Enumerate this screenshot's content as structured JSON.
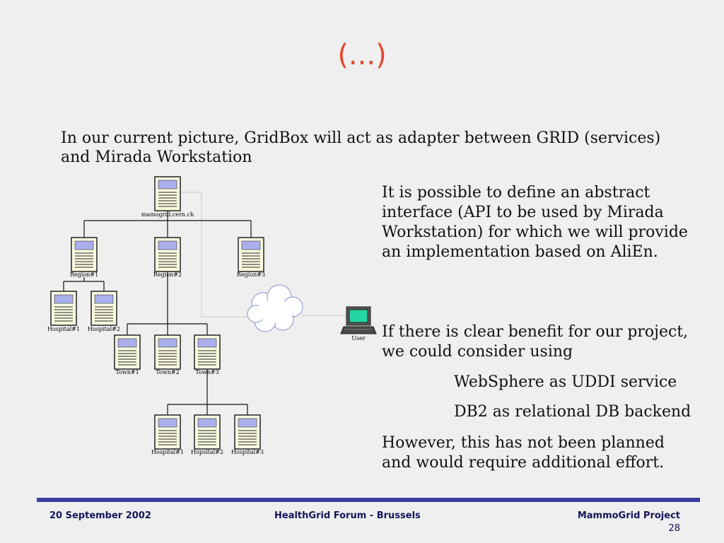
{
  "slide": {
    "title": "(...)",
    "intro": "In our current picture, GridBox will act as adapter between GRID (services) and  Mirada Workstation",
    "right_text": {
      "para1": "It is possible to define an  abstract interface (API to be used by Mirada Workstation) for which we will provide an implementation  based on AliEn.",
      "para2": "If there is clear benefit for our project, we could consider using",
      "item1": "WebSphere as UDDI service",
      "item2": "DB2 as relational DB backend",
      "para3": "However, this has not been planned and would require additional effort."
    }
  },
  "diagram": {
    "nodes": {
      "root": "mamogrid.cern.ch",
      "region1": "Region#1",
      "region2": "Region#2",
      "region3": "Region#3",
      "hospital1_r1": "Hospital#1",
      "hospital2_r1": "Hospital#2",
      "town1": "Town#1",
      "town2": "Town#2",
      "town3": "Town#3",
      "hospital1_t3": "Hospital#1",
      "hospital2_t3": "Hopsital#2",
      "hospital3_t3": "Hospital#3",
      "user": "User"
    }
  },
  "footer": {
    "date": "20 September 2002",
    "event": "HealthGrid Forum - Brussels",
    "project": "MammoGrid Project",
    "page": "28"
  },
  "colors": {
    "title": "#e8452a",
    "footer_rule": "#3a3ea0",
    "footer_text": "#14145a",
    "screen": "#aab0ee",
    "doc_fill": "#fbfbe0",
    "monitor_screen": "#24d6a4"
  }
}
